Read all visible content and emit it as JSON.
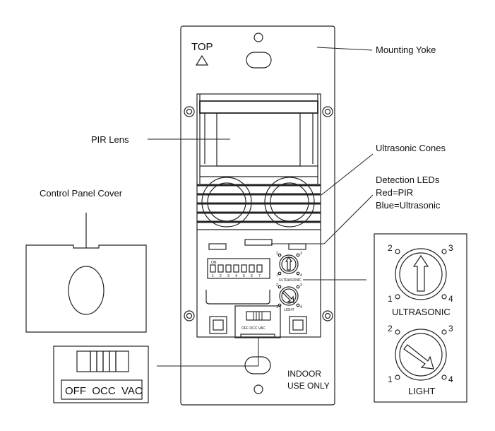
{
  "labels": {
    "top": "TOP",
    "mounting_yoke": "Mounting Yoke",
    "pir_lens": "PIR Lens",
    "ultrasonic_cones": "Ultrasonic Cones",
    "detection_leds": "Detection LEDs",
    "red_pir": "Red=PIR",
    "blue_ultrasonic": "Blue=Ultrasonic",
    "control_panel_cover": "Control Panel Cover",
    "indoor": "INDOOR",
    "use_only": "USE ONLY"
  },
  "dip_switch": {
    "on_label": "ON",
    "numbers": [
      "1",
      "2",
      "3",
      "4",
      "5",
      "6",
      "7"
    ]
  },
  "small_dials": {
    "ultrasonic": {
      "label": "ULTRASONIC",
      "marks": [
        "1",
        "2",
        "3",
        "4"
      ]
    },
    "light": {
      "label": "LIGHT",
      "marks": [
        "1",
        "2",
        "3",
        "4"
      ]
    }
  },
  "mode_switch": {
    "small_label": "OFF OCC VAC",
    "large_label": "OFF  OCC  VAC"
  },
  "detail_panel": {
    "ultrasonic_label": "ULTRASONIC",
    "light_label": "LIGHT",
    "ultrasonic_marks": [
      "1",
      "2",
      "3",
      "4"
    ],
    "light_marks": [
      "1",
      "2",
      "3",
      "4"
    ]
  }
}
